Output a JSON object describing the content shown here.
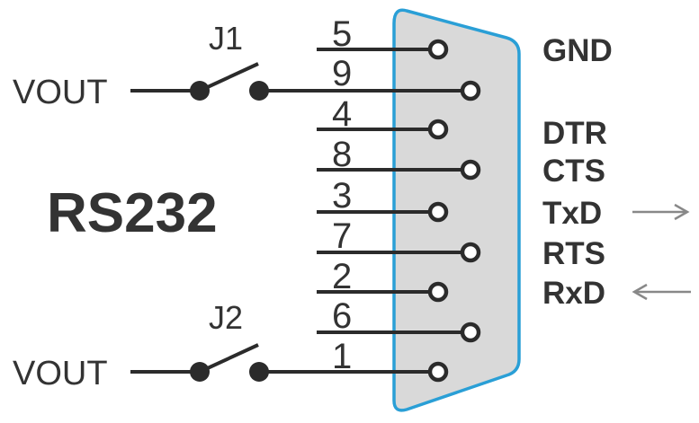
{
  "title": "RS232",
  "vout_labels": [
    "VOUT",
    "VOUT"
  ],
  "switches": [
    "J1",
    "J2"
  ],
  "pin_numbers": [
    "5",
    "9",
    "4",
    "8",
    "3",
    "7",
    "2",
    "6",
    "1"
  ],
  "signals": [
    "GND",
    "DTR",
    "CTS",
    "TxD",
    "RTS",
    "RxD"
  ],
  "colors": {
    "connector_fill": "#d9d9d9",
    "connector_outline": "#2a9fd6",
    "wire": "#2b2b2b",
    "text": "#333333",
    "arrow": "#888888"
  },
  "arrows": {
    "TxD": "outgoing",
    "RxD": "incoming"
  }
}
